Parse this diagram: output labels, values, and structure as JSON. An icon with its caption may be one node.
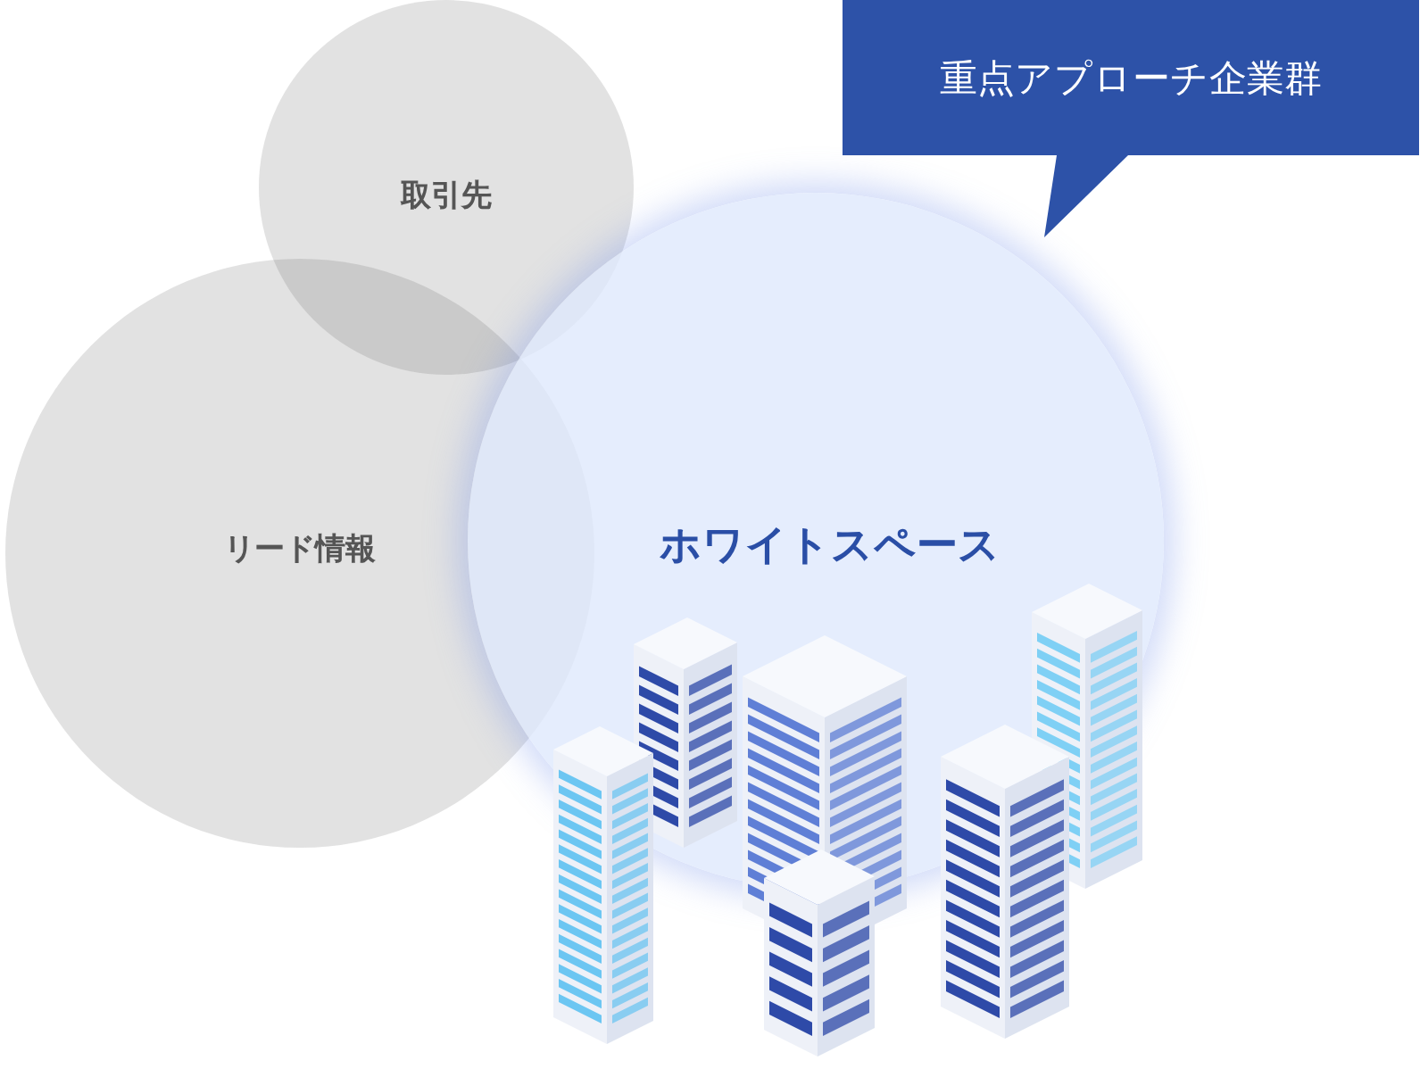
{
  "diagram": {
    "nodes": [
      {
        "text": [
          "取引先"
        ]
      },
      {
        "text": [
          "リード情報"
        ]
      },
      {
        "text": [
          "ホワイトスペース"
        ]
      },
      {
        "text": [
          "重点アプローチ企業群"
        ]
      }
    ]
  }
}
